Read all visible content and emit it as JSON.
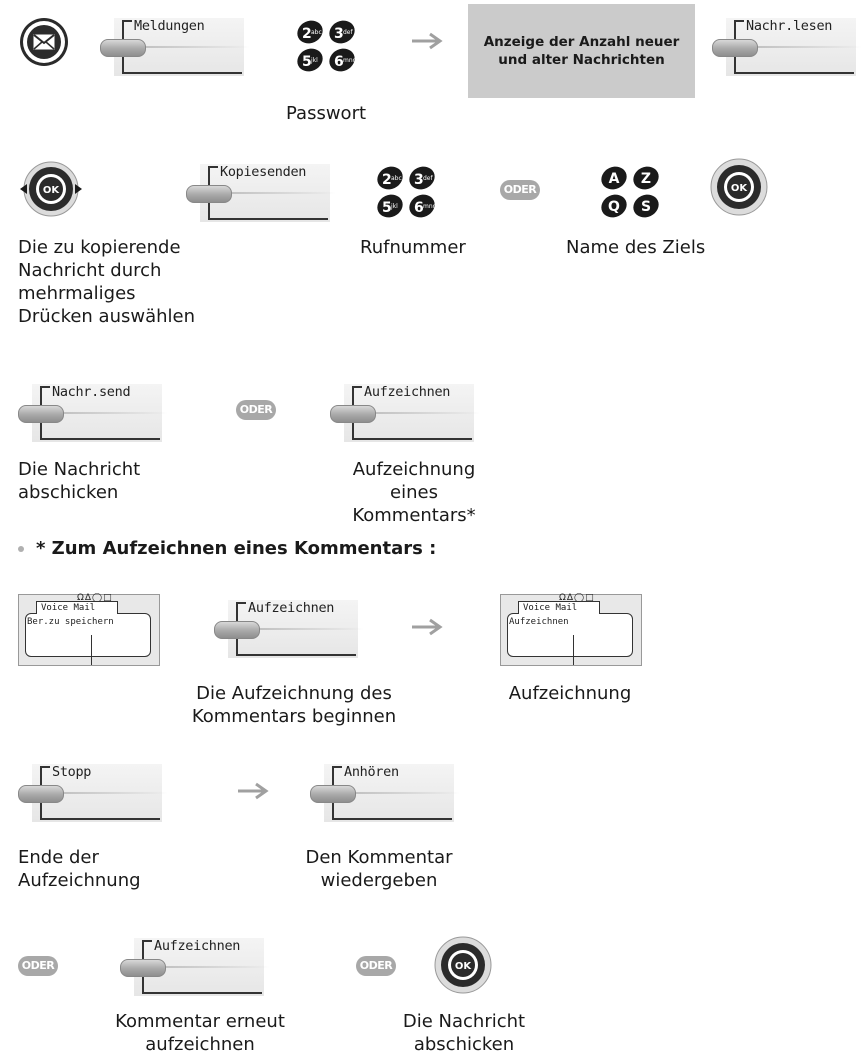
{
  "softkeys": {
    "meldungen": "Meldungen",
    "nachr_lesen": "Nachr.lesen",
    "kopiesenden": "Kopiesenden",
    "nachr_send": "Nachr.send",
    "aufzeichnen": "Aufzeichnen",
    "stopp": "Stopp",
    "anhoeren": "Anhören"
  },
  "info_box": "Anzeige der Anzahl neuer und alter Nachrichten",
  "oder": "ODER",
  "ok": "OK",
  "captions": {
    "passwort": "Passwort",
    "zu_kopierende": "Die zu kopierende Nachricht durch mehrmaliges Drücken auswählen",
    "rufnummer": "Rufnummer",
    "name_ziel": "Name des Ziels",
    "nachricht_abschicken_1": "Die Nachricht abschicken",
    "aufzeichnung_kommentar": "Aufzeichnung eines Kommentars*",
    "aufzeichnung_beginnen": "Die Aufzeichnung des Kommentars beginnen",
    "aufzeichnung": "Aufzeichnung",
    "ende_aufzeichnung": "Ende der Aufzeichnung",
    "kommentar_wiedergeben": "Den Kommentar wiedergeben",
    "kommentar_erneut": "Kommentar erneut aufzeichnen",
    "nachricht_abschicken_2": "Die Nachricht abschicken"
  },
  "section_heading": "* Zum Aufzeichnen eines Kommentars :",
  "screens": {
    "screen1": {
      "tab": "Voice Mail",
      "text": "Ber.zu speichern"
    },
    "screen2": {
      "tab": "Voice Mail",
      "text": "Aufzeichnen"
    }
  },
  "keypad_digits": [
    "2abc",
    "3def",
    "5jkl",
    "6mno"
  ],
  "alpha_keys": [
    "A",
    "Z",
    "Q",
    "S"
  ]
}
